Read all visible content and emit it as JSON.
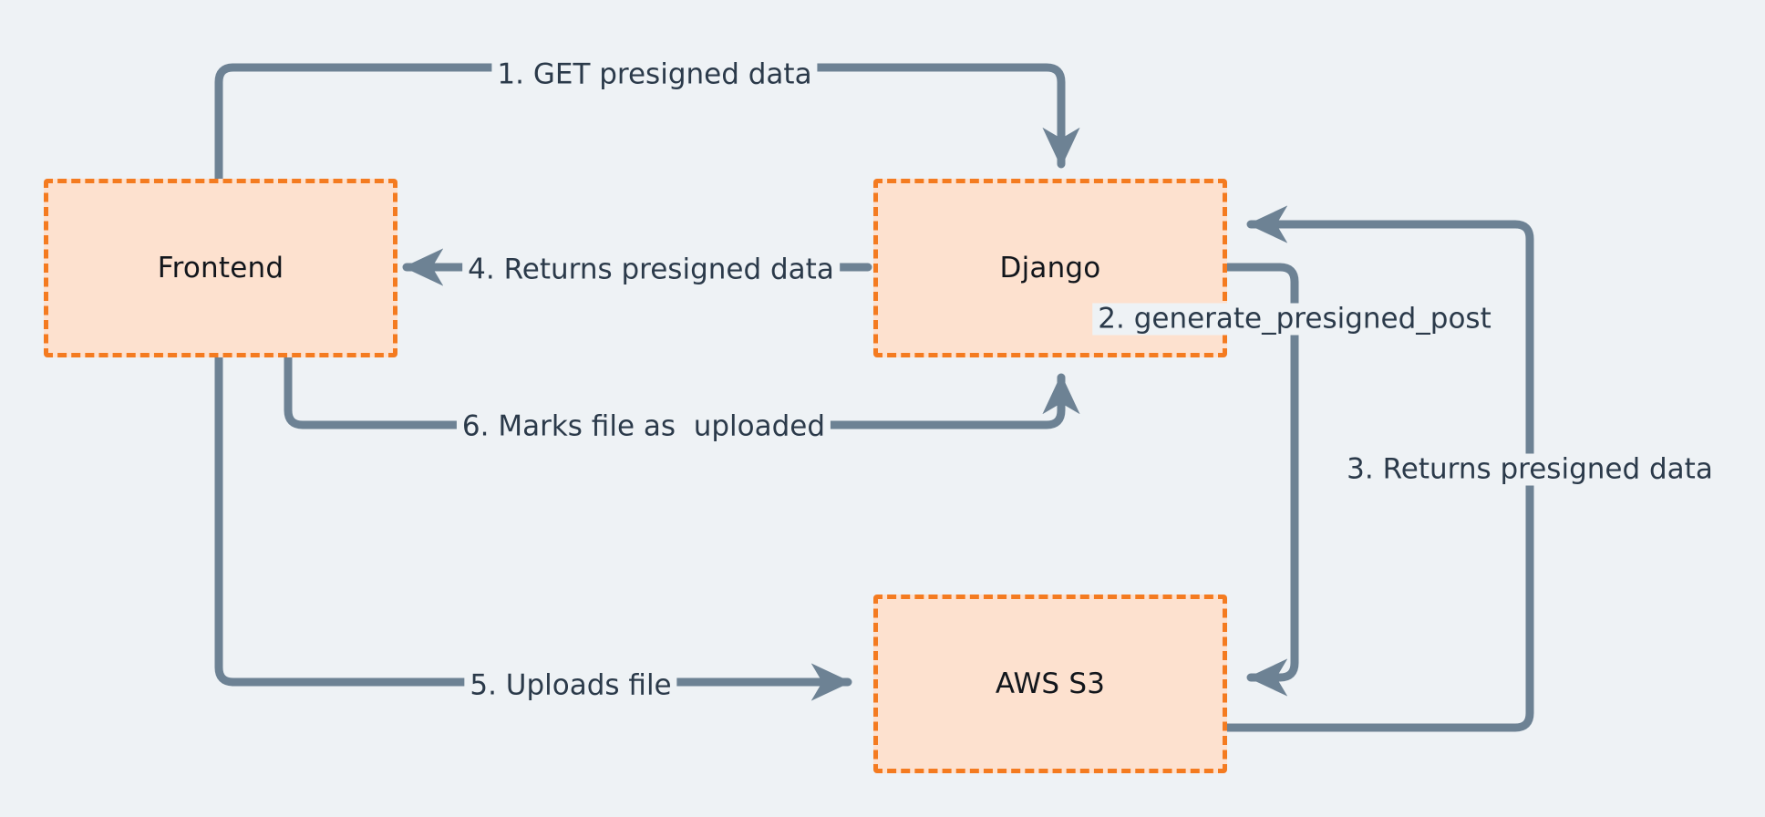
{
  "diagram": {
    "title": "Presigned S3 upload flow",
    "background_color": "#eef2f5",
    "node_fill": "#fde1cf",
    "node_border": "#f47b20",
    "wire_color": "#6d8294",
    "label_color": "#2b3a4a",
    "nodes": [
      {
        "id": "frontend",
        "label": "Frontend"
      },
      {
        "id": "django",
        "label": "Django"
      },
      {
        "id": "s3",
        "label": "AWS S3"
      }
    ],
    "edges": [
      {
        "id": "step1",
        "label": "1. GET presigned data",
        "from": "frontend",
        "to": "django"
      },
      {
        "id": "step2",
        "label": "2. generate_presigned_post",
        "from": "django",
        "to": "s3"
      },
      {
        "id": "step3",
        "label": "3. Returns presigned data",
        "from": "s3",
        "to": "django"
      },
      {
        "id": "step4",
        "label": "4. Returns presigned data",
        "from": "django",
        "to": "frontend"
      },
      {
        "id": "step5",
        "label": "5. Uploads file",
        "from": "frontend",
        "to": "s3"
      },
      {
        "id": "step6",
        "label": "6. Marks file as  uploaded",
        "from": "frontend",
        "to": "django"
      }
    ]
  }
}
